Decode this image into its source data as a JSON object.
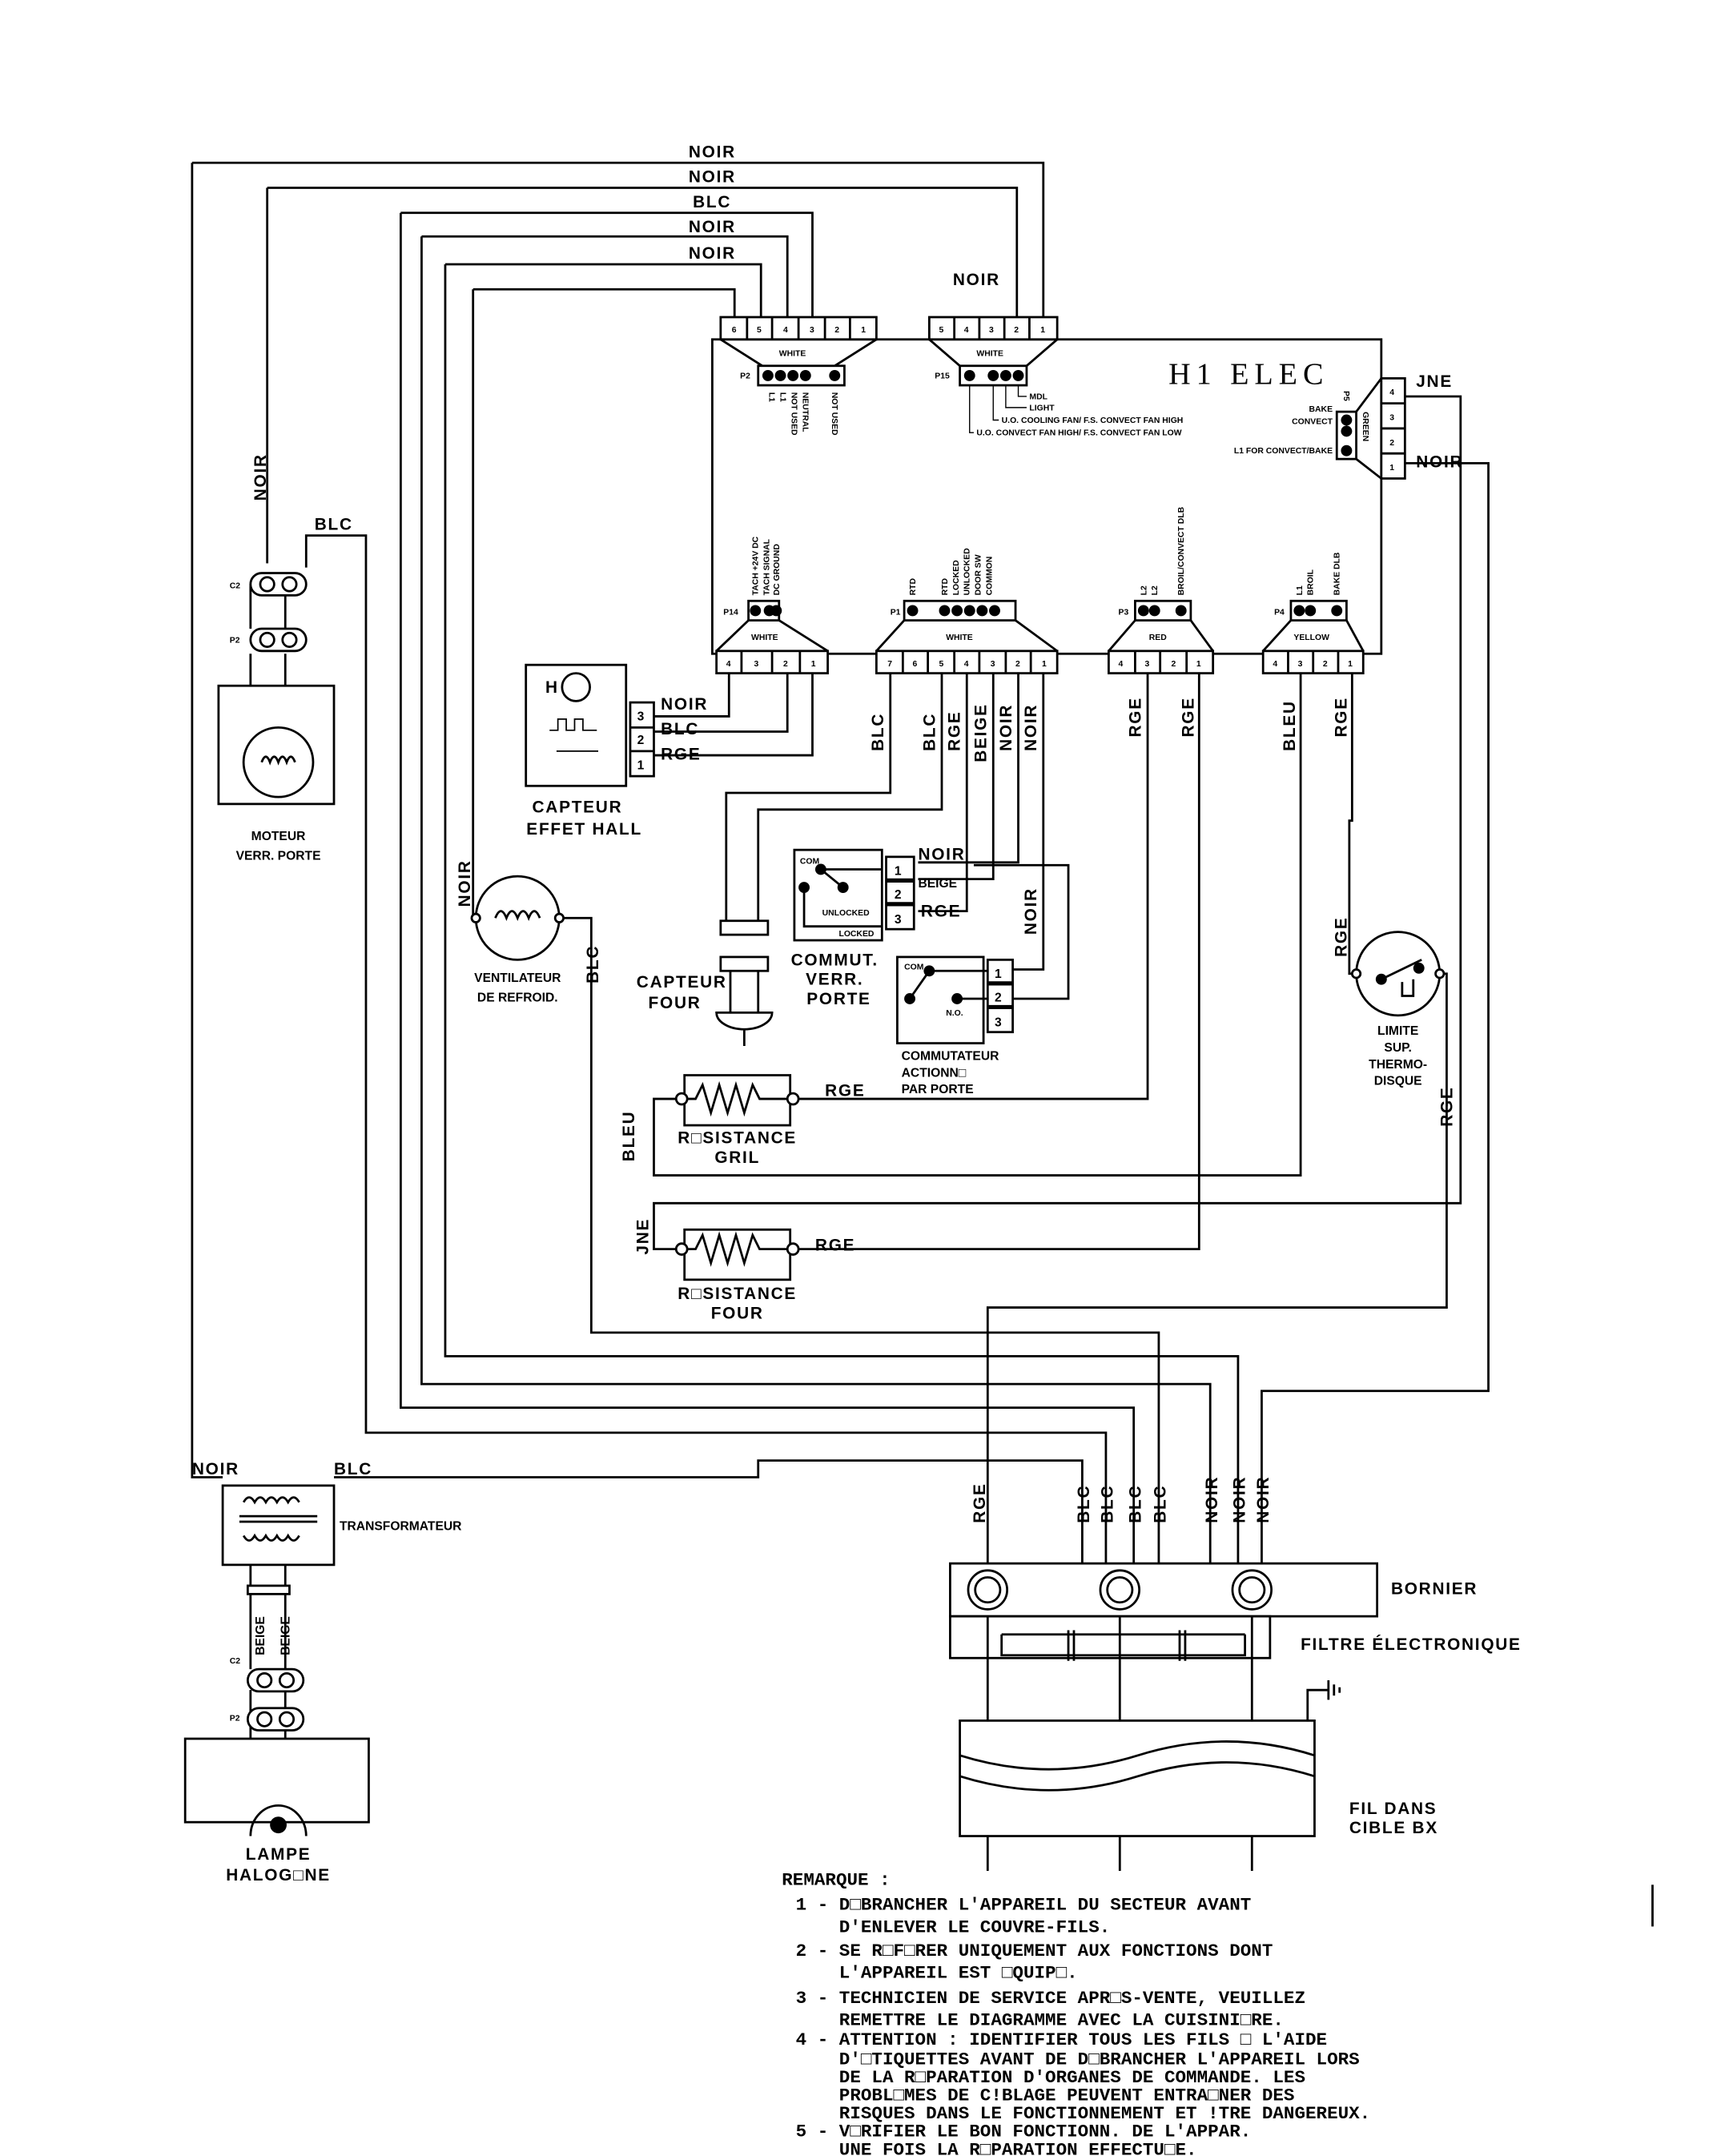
{
  "board": {
    "title": "H1 ELEC",
    "p2": {
      "id": "P2",
      "color": "WHITE",
      "pins": [
        "6",
        "5",
        "4",
        "3",
        "2",
        "1"
      ],
      "functions": [
        "L1",
        "L1",
        "NOT USED",
        "NEUTRAL",
        "NOT USED"
      ]
    },
    "p15": {
      "id": "P15",
      "color": "WHITE",
      "pins": [
        "5",
        "4",
        "3",
        "2",
        "1"
      ],
      "functions": [
        "MDL",
        "LIGHT",
        "U.O. COOLING FAN/ F.S. CONVECT FAN HIGH",
        "U.O. CONVECT FAN HIGH/ F.S. CONVECT FAN LOW"
      ]
    },
    "p5": {
      "id": "P5",
      "color": "GREEN",
      "pins": [
        "4",
        "3",
        "2",
        "1"
      ],
      "functions": [
        "BAKE",
        "CONVECT",
        "L1 FOR CONVECT/BAKE"
      ]
    },
    "p14": {
      "id": "P14",
      "color": "WHITE",
      "pins": [
        "4",
        "3",
        "2",
        "1"
      ],
      "functions": [
        "TACH +24V DC",
        "TACH SIGNAL",
        "DC GROUND"
      ]
    },
    "p1": {
      "id": "P1",
      "color": "WHITE",
      "pins": [
        "7",
        "6",
        "5",
        "4",
        "3",
        "2",
        "1"
      ],
      "functions": [
        "RTD",
        "RTD",
        "LOCKED",
        "UNLOCKED",
        "DOOR SW",
        "COMMON"
      ]
    },
    "p3": {
      "id": "P3",
      "color": "RED",
      "pins": [
        "4",
        "3",
        "2",
        "1"
      ],
      "functions": [
        "L2",
        "L2",
        "BROIL/CONVECT DLB"
      ]
    },
    "p4": {
      "id": "P4",
      "color": "YELLOW",
      "pins": [
        "4",
        "3",
        "2",
        "1"
      ],
      "functions": [
        "L1",
        "BROIL",
        "BAKE DLB"
      ]
    }
  },
  "wires": {
    "top": [
      "NOIR",
      "NOIR",
      "BLC",
      "NOIR",
      "NOIR"
    ],
    "p15_top": "NOIR",
    "p5": [
      "JNE",
      "NOIR"
    ],
    "left_noir": "NOIR",
    "motor_blc": "BLC",
    "hall": [
      "NOIR",
      "BLC",
      "RGE"
    ],
    "hall_pins": [
      "3",
      "2",
      "1"
    ],
    "p1": [
      "BLC",
      "BLC",
      "RGE",
      "BEIGE",
      "NOIR",
      "NOIR"
    ],
    "p3": [
      "RGE",
      "RGE"
    ],
    "p4": [
      "BLEU",
      "RGE"
    ],
    "door_lock": [
      "NOIR",
      "BEIGE",
      "RGE"
    ],
    "door_lock_pins": [
      "1",
      "2",
      "3"
    ],
    "door_sw_noir": "NOIR",
    "door_sw_pins": [
      "1",
      "2",
      "3"
    ],
    "fan": [
      "NOIR",
      "BLC"
    ],
    "gril": [
      "RGE",
      "BLEU"
    ],
    "four": [
      "JNE",
      "RGE"
    ],
    "thermo": [
      "RGE",
      "RGE"
    ],
    "transfo": [
      "NOIR",
      "BLC",
      "BEIGE",
      "BEIGE"
    ],
    "bornier": [
      "RGE",
      "BLC",
      "BLC",
      "BLC",
      "BLC",
      "NOIR",
      "NOIR",
      "NOIR"
    ]
  },
  "components": {
    "hall_sensor": [
      "CAPTEUR",
      "EFFET HALL"
    ],
    "hall_h": "H",
    "motor": [
      "MOTEUR",
      "VERR. PORTE"
    ],
    "c2": "C2",
    "p2": "P2",
    "fan": [
      "VENTILATEUR",
      "DE REFROID."
    ],
    "oven_sensor": [
      "CAPTEUR",
      "FOUR"
    ],
    "door_lock_switch": [
      "COMMUT.",
      "VERR.",
      "PORTE"
    ],
    "door_lock_terms": [
      "COM",
      "UNLOCKED",
      "LOCKED"
    ],
    "door_switch": [
      "COMMUTATEUR",
      "ACTIONN□",
      "PAR PORTE"
    ],
    "door_switch_terms": [
      "COM",
      "N.O."
    ],
    "broil_element": [
      "R□SISTANCE",
      "GRIL"
    ],
    "bake_element": [
      "R□SISTANCE",
      "FOUR"
    ],
    "thermo_limit": [
      "LIMITE",
      "SUP.",
      "THERMO-",
      "DISQUE"
    ],
    "transformer": "TRANSFORMATEUR",
    "lamp": [
      "LAMPE",
      "HALOG□NE"
    ],
    "terminal_block": "BORNIER",
    "filter": "FILTRE ÉLECTRONIQUE",
    "cable": [
      "FIL DANS",
      "CIBLE BX"
    ]
  },
  "notes": {
    "title": "REMARQUE :",
    "lines": [
      "1 - D□BRANCHER L'APPAREIL DU SECTEUR AVANT",
      "    D'ENLEVER LE COUVRE-FILS.",
      "2 - SE R□F□RER UNIQUEMENT AUX FONCTIONS DONT",
      "    L'APPAREIL EST □QUIP□.",
      "3 - TECHNICIEN DE SERVICE APR□S-VENTE, VEUILLEZ",
      "    REMETTRE LE DIAGRAMME AVEC LA CUISINI□RE.",
      "4 - ATTENTION : IDENTIFIER TOUS LES FILS □ L'AIDE",
      "    D'□TIQUETTES AVANT DE D□BRANCHER L'APPAREIL LORS",
      "    DE LA R□PARATION D'ORGANES DE COMMANDE. LES",
      "    PROBL□MES DE C!BLAGE PEUVENT ENTRA□NER DES",
      "    RISQUES DANS LE FONCTIONNEMENT ET !TRE DANGEREUX.",
      "5 - V□RIFIER LE BON FONCTIONN. DE L'APPAR.",
      "    UNE FOIS LA R□PARATION EFFECTU□E."
    ]
  }
}
